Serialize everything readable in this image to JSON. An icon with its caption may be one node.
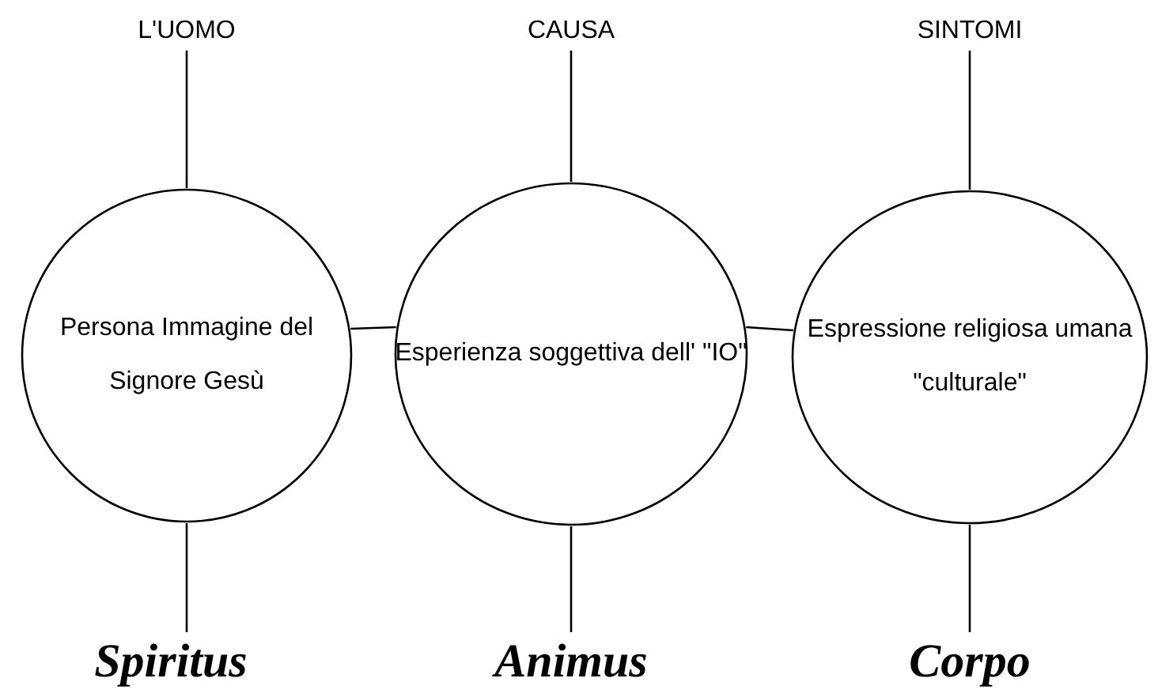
{
  "diagram": {
    "nodes": [
      {
        "text": [
          "L'UOMO"
        ]
      },
      {
        "text": [
          "CAUSA"
        ]
      },
      {
        "text": [
          "SINTOMI"
        ]
      },
      {
        "text": [
          "Persona Immagine del Signore Gesù"
        ]
      },
      {
        "text": [
          "Esperienza soggettiva dell' \"IO\""
        ]
      },
      {
        "text": [
          "Espressione religiosa umana \"culturale\""
        ]
      },
      {
        "text": [
          "Spiritus"
        ]
      },
      {
        "text": [
          "Animus"
        ]
      },
      {
        "text": [
          "Corpo"
        ]
      }
    ],
    "edges": [
      {
        "from": 0,
        "to": 3,
        "arrow": "none"
      },
      {
        "from": 1,
        "to": 4,
        "arrow": "none"
      },
      {
        "from": 2,
        "to": 5,
        "arrow": "none"
      },
      {
        "from": 3,
        "to": 4,
        "arrow": "none"
      },
      {
        "from": 4,
        "to": 5,
        "arrow": "none"
      },
      {
        "from": 3,
        "to": 6,
        "arrow": "none"
      },
      {
        "from": 4,
        "to": 7,
        "arrow": "none"
      },
      {
        "from": 5,
        "to": 8,
        "arrow": "none"
      }
    ]
  }
}
